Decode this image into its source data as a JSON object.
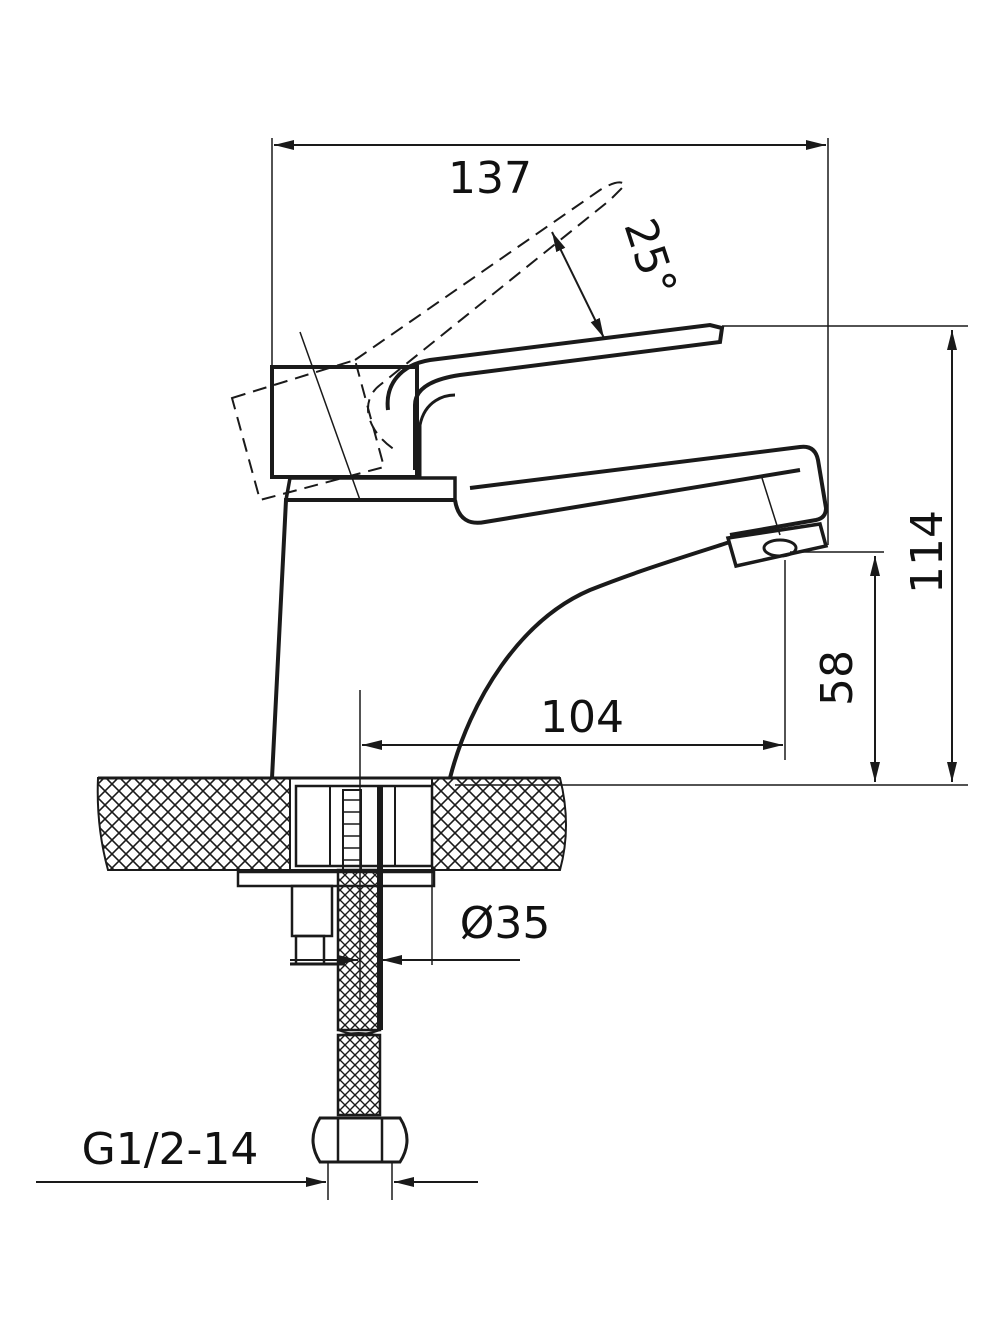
{
  "diagram": {
    "dimensions": {
      "overall_width": "137",
      "handle_angle": "25°",
      "overall_height": "114",
      "spout_height": "58",
      "spout_reach": "104",
      "hole_diameter": "Ø35",
      "connection_thread": "G1/2-14"
    },
    "colors": {
      "line": "#1a1a1a",
      "background": "#ffffff"
    }
  }
}
